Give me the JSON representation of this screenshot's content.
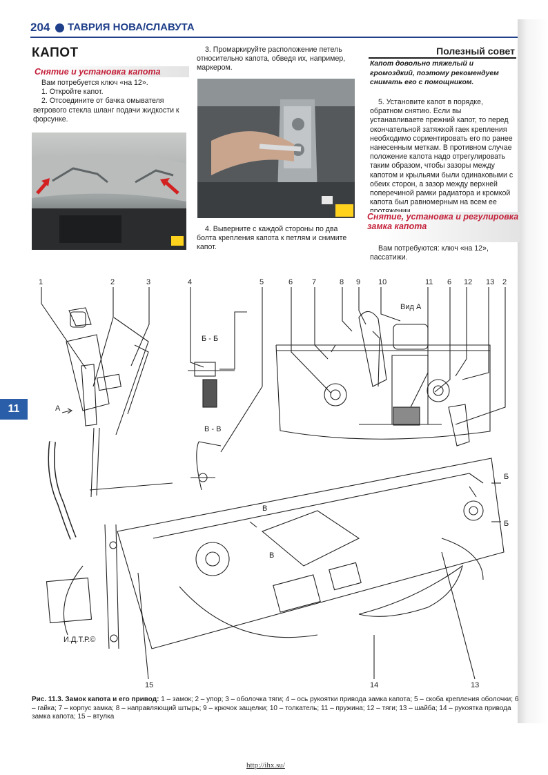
{
  "header": {
    "page_number": "204",
    "book_title": "ТАВРИЯ НОВА/СЛАВУТА"
  },
  "chapter_tab": "11",
  "section": {
    "title": "КАПОТ"
  },
  "removal": {
    "heading": "Снятие и установка капота",
    "tools": "Вам потребуется ключ «на 12».",
    "step1": "1. Откройте капот.",
    "step2": "2. Отсоедините от бачка омывателя ветрового стекла шланг подачи жидкости к форсунке.",
    "step3": "3. Промаркируйте расположение петель относительно капота, обведя их, например, маркером.",
    "step4": "4. Выверните с каждой стороны по два болта крепления капота к петлям и снимите капот."
  },
  "tip": {
    "heading": "Полезный совет",
    "text": "Капот довольно тяжелый и громоздкий, поэтому рекомендуем снимать его с помощником."
  },
  "step5": "5. Установите капот в порядке, обратном снятию. Если вы устанавливаете прежний капот, то перед окончательной затяжкой гаек крепления необходимо сориентировать его по ранее нанесенным меткам. В противном случае положение капота надо отрегулировать таким образом, чтобы зазоры между капотом и крыльями были одинаковыми с обеих сторон, а зазор между верхней поперечиной рамки радиатора и кромкой капота был равномерным на всем ее протяжении.",
  "lock_section": {
    "heading": "Снятие, установка и регулировка замка капота",
    "tools": "Вам потребуются: ключ «на 12», пассатижи."
  },
  "figure": {
    "callouts_top": [
      "1",
      "2",
      "3",
      "4",
      "5",
      "6",
      "7",
      "8",
      "9",
      "10",
      "11",
      "6",
      "12",
      "13",
      "2"
    ],
    "callouts_bottom": [
      "15",
      "14",
      "13"
    ],
    "section_bb": "Б - Б",
    "section_vv": "В - В",
    "view_a": "Вид А",
    "arrow_a": "А",
    "cut_b": "Б",
    "cut_v": "В",
    "signature": "И.Д.Т.Р.©"
  },
  "caption": {
    "label": "Рис. 11.3. Замок капота и его привод:",
    "text": " 1 – замок; 2 – упор; 3 – оболочка тяги; 4 – ось рукоятки привода замка капота; 5 – скоба крепления оболочки; 6 – гайка; 7 – корпус замка; 8 – направляющий штырь; 9 – крючок защелки; 10 – толкатель; 11 – пружина; 12 – тяги; 13 – шайба; 14 – рукоятка привода замка капота; 15 – втулка"
  },
  "footer": {
    "url": "http://ihx.su/"
  },
  "colors": {
    "accent_blue": "#1f3f8a",
    "banner_red": "#c4213a",
    "tab_blue": "#2b5ea8"
  }
}
